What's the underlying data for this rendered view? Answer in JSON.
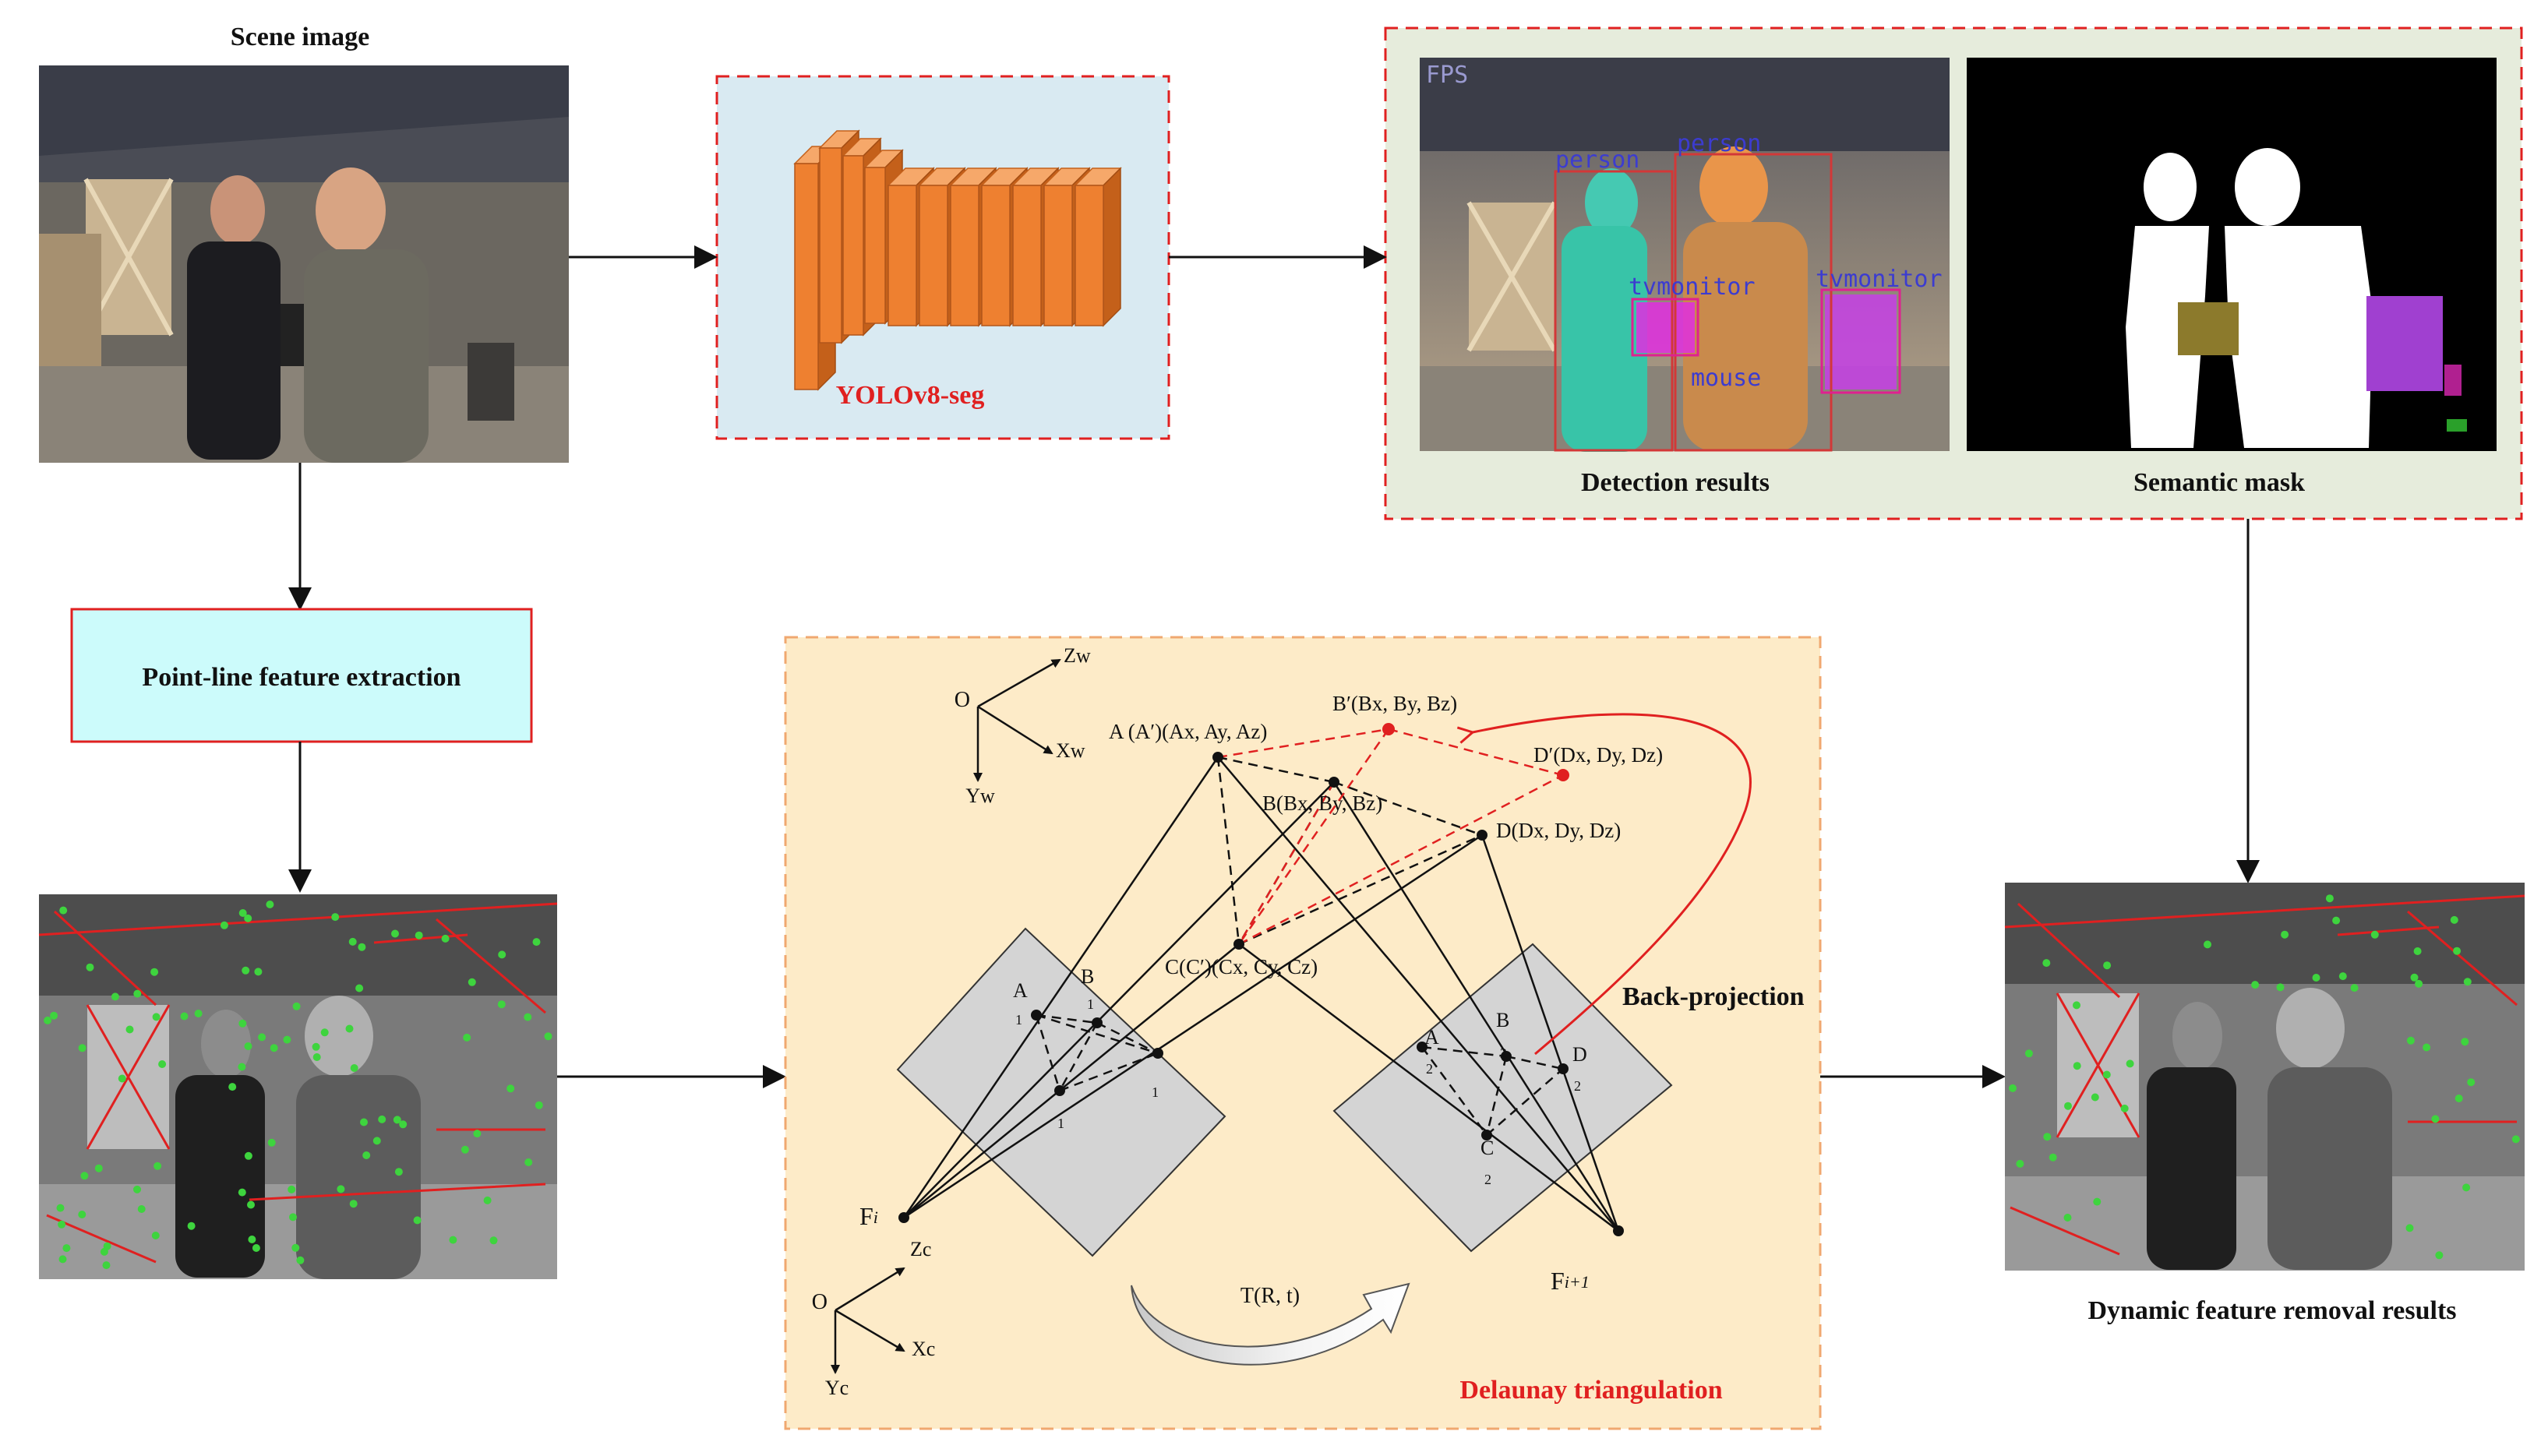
{
  "colors": {
    "yolo_panel_bg": "#d9eaf2",
    "yolo_border": "#e02020",
    "detect_panel_bg": "#e6ecdc",
    "feature_box_bg": "#ccfbfb",
    "feature_box_border": "#e02020",
    "triangulation_bg": "#fdebc8",
    "triangulation_border": "#f0a870",
    "image_plane": "#d4d4d4",
    "reprojection_red": "#e02020",
    "network_orange": "#ee8030"
  },
  "labels": {
    "scene_image": "Scene image",
    "yolo": "YOLOv8-seg",
    "detection_results": "Detection results",
    "semantic_mask": "Semantic mask",
    "point_line": "Point-line feature extraction",
    "dynamic_removal": "Dynamic feature removal results",
    "delaunay": "Delaunay triangulation",
    "back_projection": "Back-projection"
  },
  "detection_tags": [
    "FPS",
    "person",
    "person",
    "tvmonitor",
    "tvmonitor",
    "mouse"
  ],
  "geometry_labels": {
    "world_origin": "O",
    "zw": "Zw",
    "xw": "Xw",
    "yw": "Yw",
    "cam_origin": "O",
    "zc": "Zc",
    "xc": "Xc",
    "yc": "Yc",
    "A_world": "A (A′)(Ax, Ay, Az)",
    "B_prime": "B′(Bx, By, Bz)",
    "B_world": "B(Bx, By, Bz)",
    "D_prime": "D′(Dx, Dy, Dz)",
    "D_world": "D(Dx, Dy, Dz)",
    "C_world": "C(C′)(Cx, Cy, Cz)",
    "A1": "A",
    "A1_sub": "1",
    "B1": "B",
    "B1_sub": "1",
    "C1_sub": "1",
    "D1_sub": "1",
    "A2": "A",
    "A2_sub": "2",
    "B2": "B",
    "B2_sub": "2",
    "C2": "C",
    "C2_sub": "2",
    "D2": "D",
    "D2_sub": "2",
    "Fi": "F",
    "Fi_sub": "i",
    "Fi1": "F",
    "Fi1_sub": "i+1",
    "transform": "T(R, t)"
  }
}
